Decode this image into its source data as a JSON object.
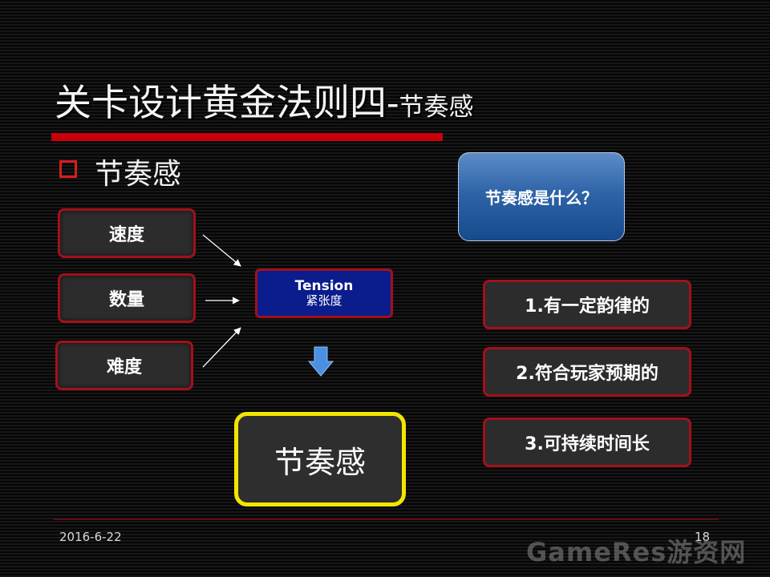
{
  "title": {
    "main": "关卡设计黄金法则四-",
    "sub": "节奏感"
  },
  "bullet": {
    "text": "节奏感"
  },
  "factors": [
    {
      "label": "速度"
    },
    {
      "label": "数量"
    },
    {
      "label": "难度"
    }
  ],
  "tension": {
    "en": "Tension",
    "zh": "紧张度"
  },
  "result": {
    "label": "节奏感"
  },
  "question": {
    "label": "节奏感是什么？"
  },
  "points": [
    {
      "label": "1.有一定韵律的"
    },
    {
      "label": "2.符合玩家预期的"
    },
    {
      "label": "3.可持续时间长"
    }
  ],
  "footer": {
    "date": "2016-6-22",
    "page": "18"
  },
  "watermark": {
    "text": "GameRes游资网"
  },
  "colors": {
    "accent_red": "#c8000b",
    "tension_blue": "#0b1c8c",
    "highlight_yellow": "#f2e600",
    "arrow_blue": "#4a90e2"
  }
}
